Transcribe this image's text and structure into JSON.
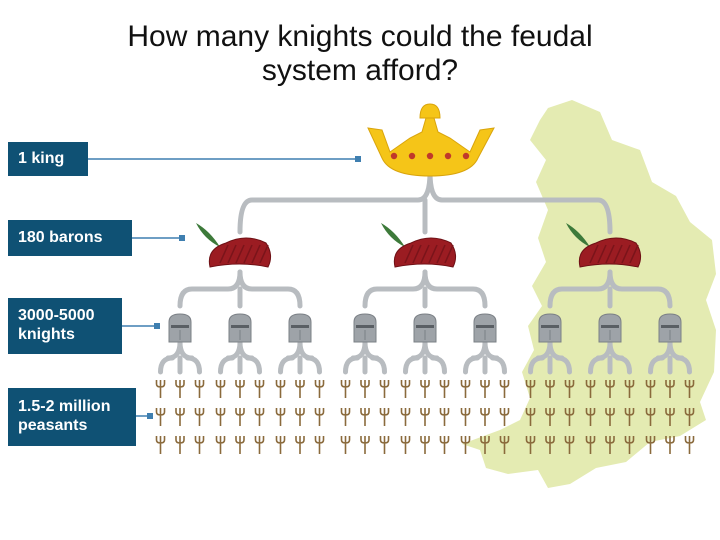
{
  "title": {
    "line1": "How many knights could the feudal",
    "line2": "system afford?"
  },
  "tiers": {
    "king": {
      "label": "1 king"
    },
    "barons": {
      "label": "180 barons"
    },
    "knights": {
      "label_line1": "3000-5000",
      "label_line2": "knights"
    },
    "peasants": {
      "label_line1": "1.5-2 million",
      "label_line2": "peasants"
    }
  },
  "structure": {
    "kings": 1,
    "barons_per_king": 3,
    "knights_per_baron": 3,
    "peasants_per_knight_cols": 3,
    "peasant_rows": 3
  },
  "colors": {
    "label_bg": "#0f5174",
    "label_text": "#ffffff",
    "connector": "#b8bcc0",
    "pointer": "#3f7fb0",
    "map": "#e4ebb2",
    "crown": "#f5c518",
    "crown_jewel": "#c0392b",
    "hat": "#9b1c22",
    "feather": "#3d7a3a",
    "helmet": "#9ea3a8",
    "fork": "#8a6a3c"
  },
  "icons": [
    "crown-icon",
    "baron-hat-icon",
    "knight-helmet-icon",
    "peasant-pitchfork-icon",
    "england-map"
  ]
}
